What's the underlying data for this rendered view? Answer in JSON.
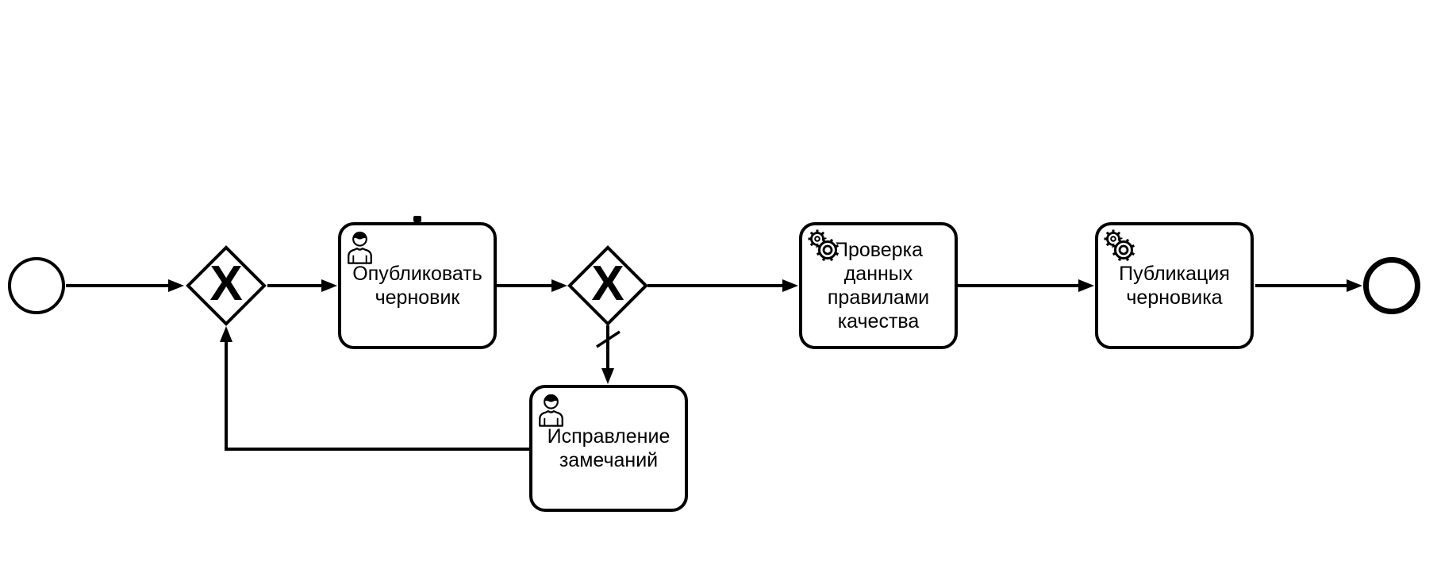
{
  "diagram": {
    "kind": "bpmn-process-diagram",
    "colors": {
      "stroke": "#000000",
      "fill": "#ffffff"
    },
    "nodes": {
      "start_event": {
        "kind": "start-event"
      },
      "gateway_before_publish": {
        "kind": "exclusive-gateway",
        "symbol": "X"
      },
      "task_publish_draft": {
        "kind": "user-task",
        "icon": "user-icon",
        "label": "Опубликовать черновик"
      },
      "gateway_after_publish": {
        "kind": "exclusive-gateway",
        "symbol": "X"
      },
      "task_quality_check": {
        "kind": "service-task",
        "icon": "gear-icon",
        "label": "Проверка данных правилами качества"
      },
      "task_publication": {
        "kind": "service-task",
        "icon": "gear-icon",
        "label": "Публикация черновика"
      },
      "task_fix_remarks": {
        "kind": "user-task",
        "icon": "user-icon",
        "label": "Исправление замечаний"
      },
      "end_event": {
        "kind": "end-event"
      }
    },
    "flows": [
      {
        "from": "start_event",
        "to": "gateway_before_publish"
      },
      {
        "from": "gateway_before_publish",
        "to": "task_publish_draft"
      },
      {
        "from": "task_publish_draft",
        "to": "gateway_after_publish"
      },
      {
        "from": "gateway_after_publish",
        "to": "task_quality_check"
      },
      {
        "from": "task_quality_check",
        "to": "task_publication"
      },
      {
        "from": "task_publication",
        "to": "end_event"
      },
      {
        "from": "gateway_after_publish",
        "to": "task_fix_remarks",
        "default_flow": true
      },
      {
        "from": "task_fix_remarks",
        "to": "gateway_before_publish"
      }
    ]
  }
}
